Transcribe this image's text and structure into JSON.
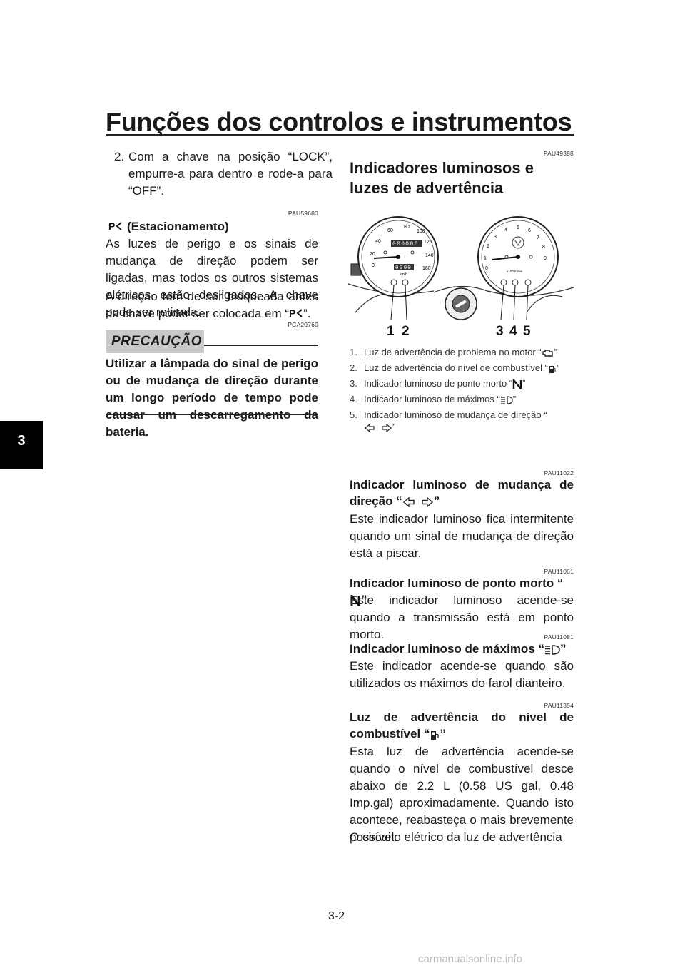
{
  "header": {
    "title": "Funções dos controlos e instrumentos"
  },
  "tab": {
    "number": "3"
  },
  "left": {
    "step2_num": "2.",
    "step2_text": "Com a chave na posição “LOCK”, empurre-a para dentro e rode-a para “OFF”.",
    "park_code": "PAU59680",
    "park_heading": "(Estacionamento)",
    "park_p1": "As luzes de perigo e os sinais de mudança de direção podem ser ligadas, mas todos os outros sistemas elétricos estão desligados. A chave pode ser retirada.",
    "park_p2_a": "A direção tem de ser bloqueada antes da chave poder ser colocada em “",
    "park_p2_b": "”.",
    "caution_code": "PCA20760",
    "caution_label": "PRECAUÇÃO",
    "caution_text": "Utilizar a lâmpada do sinal de perigo ou de mudança de direção durante um longo período de tempo pode causar um descarregamento da bateria."
  },
  "right": {
    "ind_code": "PAU49398",
    "ind_heading": "Indicadores luminosos e luzes de advertência",
    "figure": {
      "callouts": [
        "1",
        "2",
        "3",
        "4",
        "5"
      ],
      "speedo_ticks": [
        "0",
        "20",
        "40",
        "60",
        "80",
        "100",
        "120",
        "140",
        "160"
      ],
      "speedo_unit": "km/h",
      "odometer": "000000",
      "tripmeter": "0000",
      "tacho_ticks": [
        "0",
        "1",
        "2",
        "3",
        "4",
        "5",
        "6",
        "7",
        "8",
        "9"
      ],
      "tacho_unit": "x1000r/min"
    },
    "captions": [
      {
        "n": "1.",
        "a": "Luz de advertência de problema no motor “",
        "b": "”"
      },
      {
        "n": "2.",
        "a": "Luz de advertência do nível de combustível “",
        "b": "”"
      },
      {
        "n": "3.",
        "a": "Indicador luminoso de ponto morto “",
        "b": "”"
      },
      {
        "n": "4.",
        "a": "Indicador luminoso de máximos “",
        "b": "”"
      },
      {
        "n": "5.",
        "a": "Indicador luminoso de mudança de direção “",
        "b": "”"
      }
    ],
    "s1_code": "PAU11022",
    "s1_heading_a": "Indicador luminoso de mudança de direção “",
    "s1_heading_b": "”",
    "s1_text": "Este indicador luminoso fica intermitente quando um sinal de mudança de direção está a piscar.",
    "s2_code": "PAU11061",
    "s2_heading_a": "Indicador luminoso de ponto morto “",
    "s2_heading_b": "”",
    "s2_text": "Este indicador luminoso acende-se quando a transmissão está em ponto morto.",
    "s3_code": "PAU11081",
    "s3_heading_a": "Indicador luminoso de máximos “",
    "s3_heading_b": "”",
    "s3_text": "Este indicador acende-se quando são utilizados os máximos do farol dianteiro.",
    "s4_code": "PAU11354",
    "s4_heading_a": "Luz de advertência do nível de combustível “",
    "s4_heading_b": "”",
    "s4_p1": "Esta luz de advertência acende-se quando o nível de combustível desce abaixo de 2.2 L (0.58 US gal, 0.48 Imp.gal) aproximadamente. Quando isto acontece, reabasteça o mais brevemente possível.",
    "s4_p2": "O circuito elétrico da luz de advertência"
  },
  "page_number": "3-2",
  "footer": "carmanualsonline.info"
}
